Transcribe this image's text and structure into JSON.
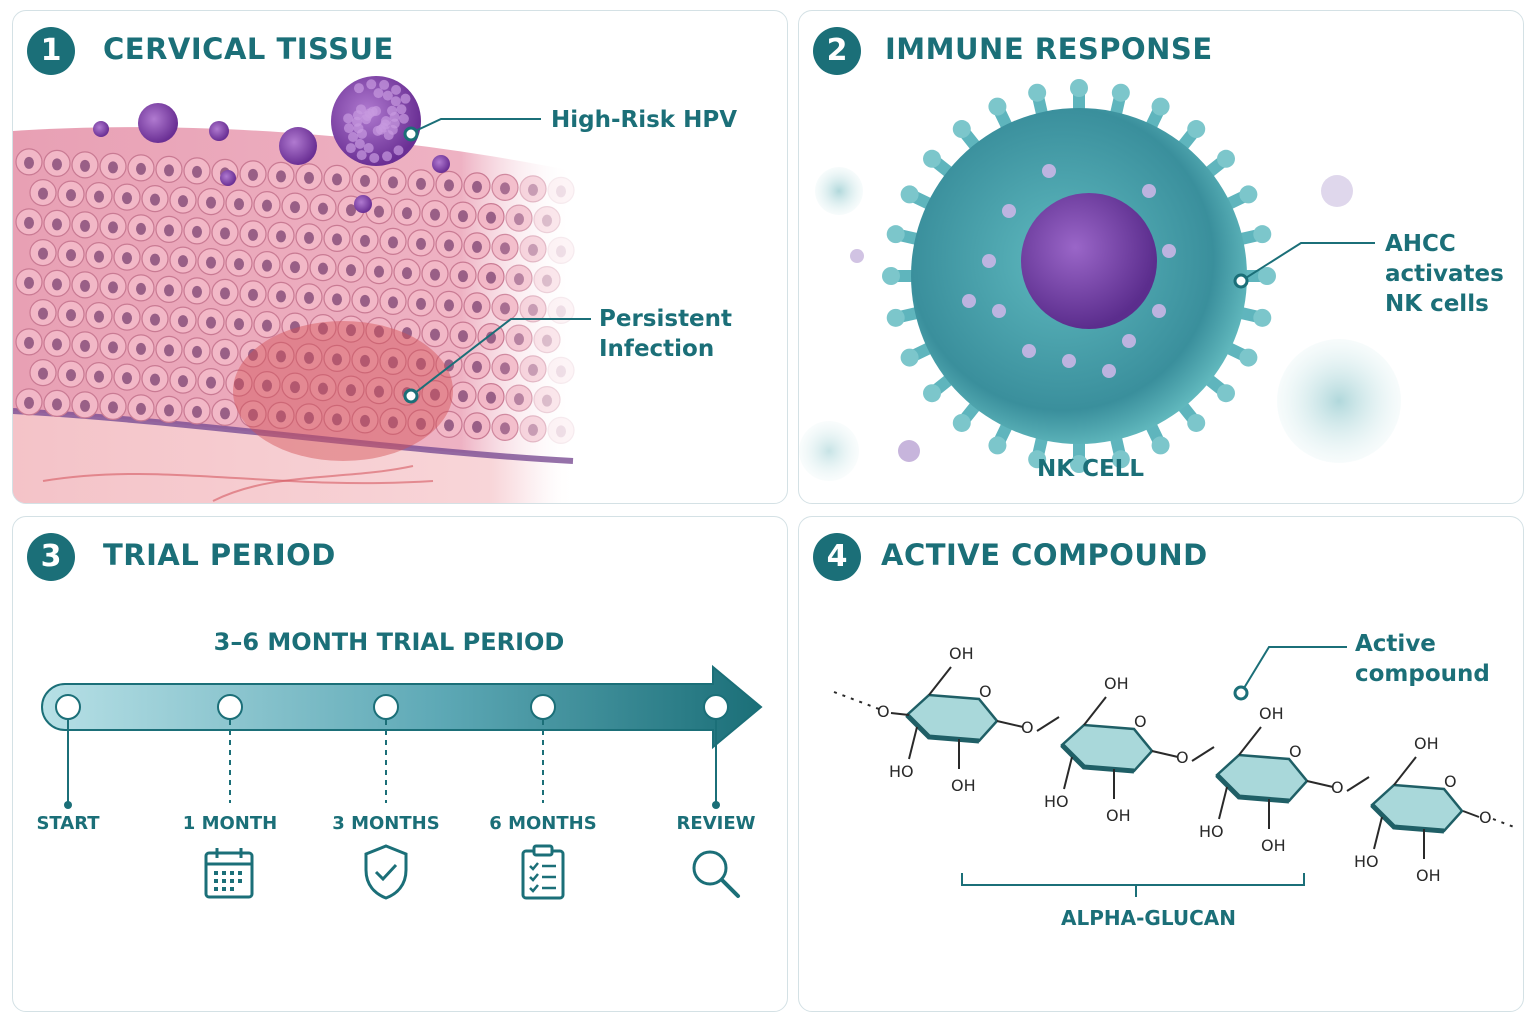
{
  "panels": [
    {
      "number": "1",
      "title": "CERVICAL TISSUE",
      "callouts": {
        "virus": "High-Risk HPV",
        "infection_line1": "Persistent",
        "infection_line2": "Infection"
      }
    },
    {
      "number": "2",
      "title": "IMMUNE RESPONSE",
      "callouts": {
        "ahcc_line1": "AHCC",
        "ahcc_line2": "activates",
        "ahcc_line3": "NK cells",
        "cell": "NK CELL"
      }
    },
    {
      "number": "3",
      "title": "TRIAL PERIOD",
      "timeline": {
        "heading": "3–6 MONTH TRIAL PERIOD",
        "milestones": [
          {
            "label": "START",
            "icon": "none"
          },
          {
            "label": "1 MONTH",
            "icon": "calendar-icon"
          },
          {
            "label": "3 MONTHS",
            "icon": "shield-check-icon"
          },
          {
            "label": "6 MONTHS",
            "icon": "clipboard-checklist-icon"
          },
          {
            "label": "REVIEW",
            "icon": "magnifier-icon"
          }
        ]
      }
    },
    {
      "number": "4",
      "title": "ACTIVE COMPOUND",
      "callouts": {
        "compound_line1": "Active",
        "compound_line2": "compound",
        "polymer": "ALPHA-GLUCAN"
      },
      "molecule": {
        "oh": "OH",
        "ho": "HO",
        "o": "O"
      }
    }
  ],
  "colors": {
    "teal": "#1b6f78",
    "tissue": "#e9a3b7",
    "infection": "#d24f55",
    "virus": "#8a4bb0",
    "nk_cell": "#4aa9b0"
  }
}
